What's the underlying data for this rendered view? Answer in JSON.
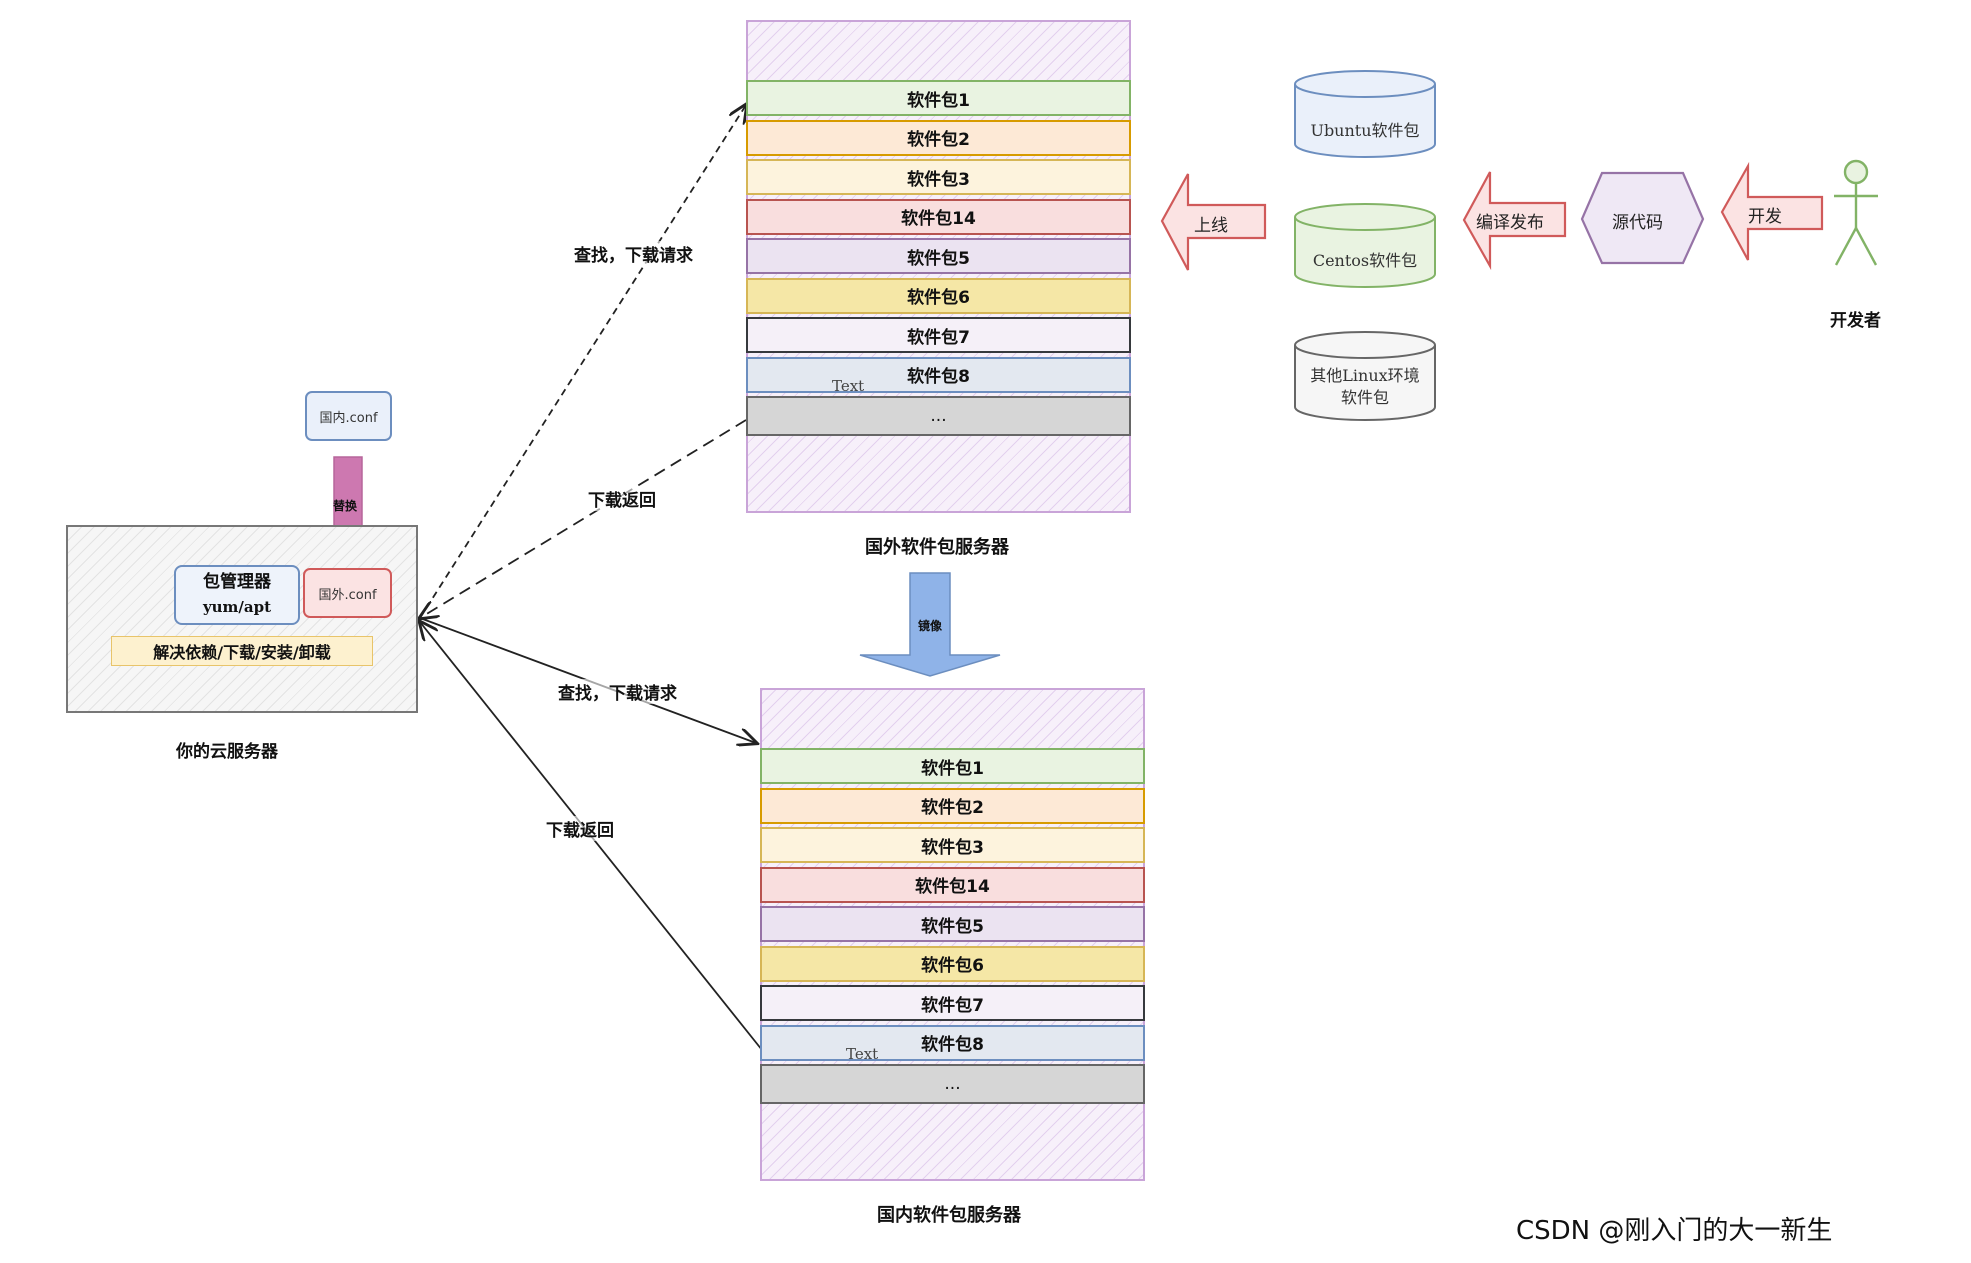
{
  "foreign_server": {
    "caption": "国外软件包服务器",
    "packages": [
      "软件包1",
      "软件包2",
      "软件包3",
      "软件包14",
      "软件包5",
      "软件包6",
      "软件包7",
      "软件包8",
      "..."
    ],
    "stray_text": "Text"
  },
  "domestic_server": {
    "caption": "国内软件包服务器",
    "packages": [
      "软件包1",
      "软件包2",
      "软件包3",
      "软件包14",
      "软件包5",
      "软件包6",
      "软件包7",
      "软件包8",
      "..."
    ],
    "stray_text": "Text"
  },
  "cloud_server": {
    "caption": "你的云服务器",
    "package_manager": "包管理器",
    "package_manager_sub": "yum/apt",
    "foreign_conf": "国外.conf",
    "features": "解决依赖/下载/安装/卸载"
  },
  "domestic_conf": "国内.conf",
  "replace_label": "替换",
  "mirror_label": "镜像",
  "connectors": {
    "query_request_top": "查找，下载请求",
    "download_return_top": "下载返回",
    "query_request_bottom": "查找，下载请求",
    "download_return_bottom": "下载返回"
  },
  "repositories": [
    "Ubuntu软件包",
    "Centos软件包",
    "其他Linux环境",
    "软件包"
  ],
  "pipeline": {
    "online": "上线",
    "compile_release": "编译发布",
    "source_code": "源代码",
    "develop": "开发",
    "developer": "开发者"
  },
  "watermark": "CSDN @刚入门的大一新生",
  "colors": {
    "pkg_borders": [
      "#82b366",
      "#d79b00",
      "#d6b656",
      "#b85450",
      "#9673a6",
      "#d6b656",
      "#36393d",
      "#6c8ebf",
      "#666666"
    ],
    "pkg_fills": [
      "#e9f3e1",
      "#fde9d6",
      "#fdf3dd",
      "#f9dede",
      "#ebe3f1",
      "#f5e7a6",
      "#f5f0f8",
      "#e3e8f0",
      "#d6d6d6"
    ],
    "arrow_pink": "#c86aa8",
    "arrow_blue": "#8fb3e8",
    "block_arrow_red": "#d05a5a",
    "hexagon": "#9673a6",
    "stick_figure": "#82b366"
  }
}
